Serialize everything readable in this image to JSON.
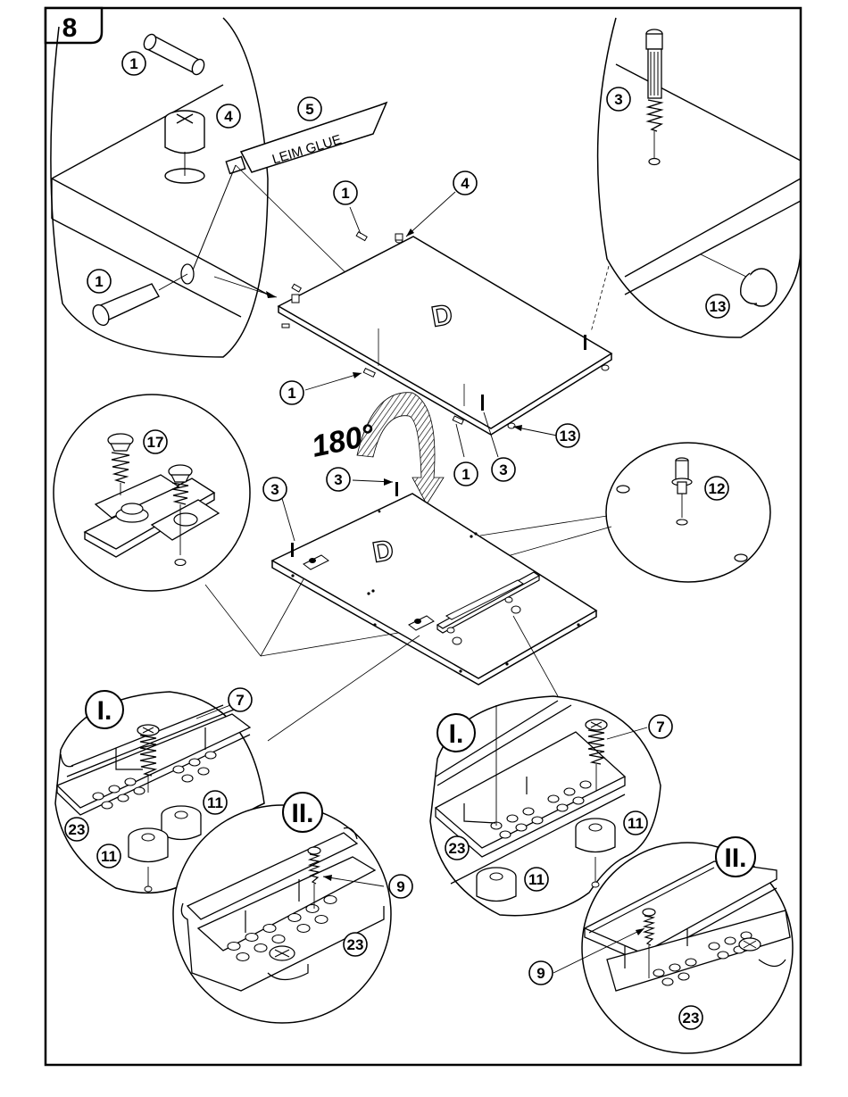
{
  "step_number": "8",
  "part_labels": {
    "topleft_pin_upper": "1",
    "topleft_cam": "4",
    "glue_tube": "5",
    "topleft_pin_lower": "1",
    "top_pin": "1",
    "top_cam": "4",
    "left_pin": "1",
    "bottom_pin": "1",
    "bottom_bolt": "3",
    "bottom_cap": "13",
    "topright_bolt": "3",
    "topright_cap": "13",
    "bracket_screw": "17",
    "lower_bolt_left": "3",
    "lower_bolt_mid": "3",
    "peg": "12",
    "bl_screw": "7",
    "bl_spacer_a": "11",
    "bl_spacer_b": "11",
    "bl_runner": "23",
    "bl2_screw": "9",
    "bl2_runner": "23",
    "br_screw": "7",
    "br_spacer_a": "11",
    "br_spacer_b": "11",
    "br_runner": "23",
    "br2_screw": "9",
    "br2_runner": "23"
  },
  "glue_text": "LEIM GLUE",
  "panel_letter_top": "D",
  "panel_letter_bottom": "D",
  "rotation_text": "180°",
  "roman": {
    "bl_one": "I.",
    "bl_two": "II.",
    "br_one": "I.",
    "br_two": "II."
  }
}
